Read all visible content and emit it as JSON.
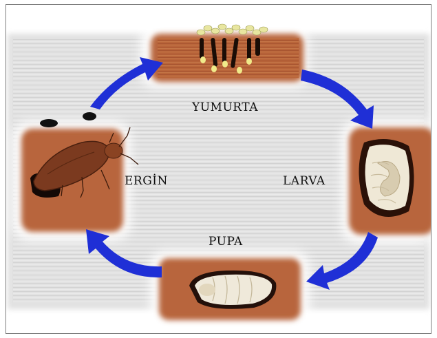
{
  "stages": {
    "egg": "YUMURTA",
    "larva": "LARVA",
    "pupa": "PUPA",
    "adult": "ERGİN"
  },
  "colors": {
    "arrow": "#1f2fd6",
    "wood": "#b9653a",
    "wood_dark": "#7a3a1a",
    "panel": "#e1e1e1"
  }
}
